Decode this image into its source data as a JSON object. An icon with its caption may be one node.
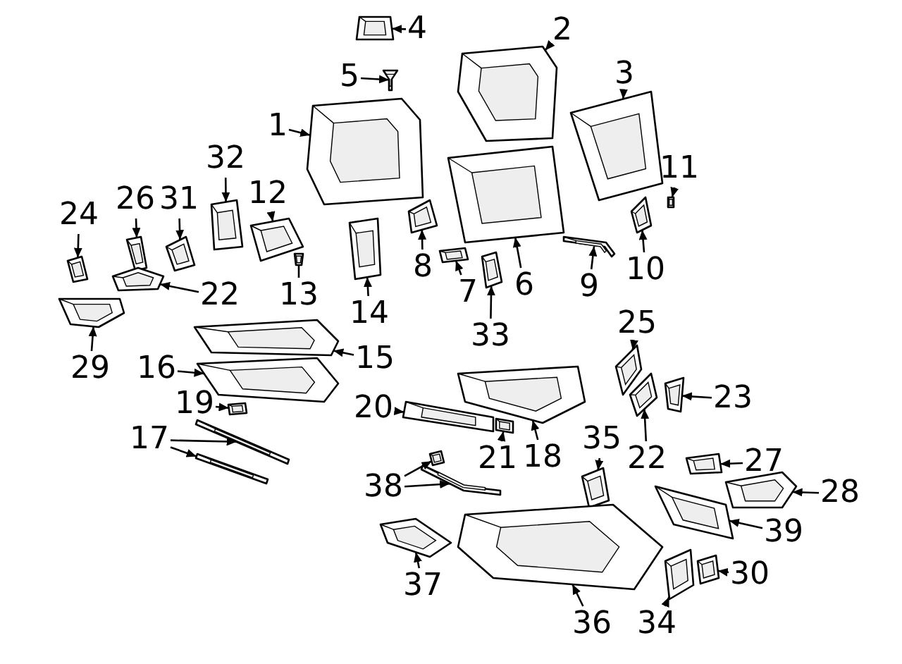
{
  "diagram": {
    "nodes": [
      {
        "text": [
          "1"
        ]
      },
      {
        "text": [
          "2"
        ]
      },
      {
        "text": [
          "3"
        ]
      },
      {
        "text": [
          "4"
        ]
      },
      {
        "text": [
          "5"
        ]
      },
      {
        "text": [
          "6"
        ]
      },
      {
        "text": [
          "7"
        ]
      },
      {
        "text": [
          "8"
        ]
      },
      {
        "text": [
          "9"
        ]
      },
      {
        "text": [
          "10"
        ]
      },
      {
        "text": [
          "11"
        ]
      },
      {
        "text": [
          "12"
        ]
      },
      {
        "text": [
          "13"
        ]
      },
      {
        "text": [
          "14"
        ]
      },
      {
        "text": [
          "15"
        ]
      },
      {
        "text": [
          "16"
        ]
      },
      {
        "text": [
          "17"
        ]
      },
      {
        "text": [
          "18"
        ]
      },
      {
        "text": [
          "19"
        ]
      },
      {
        "text": [
          "20"
        ]
      },
      {
        "text": [
          "21"
        ]
      },
      {
        "text": [
          "22"
        ]
      },
      {
        "text": [
          "22"
        ]
      },
      {
        "text": [
          "23"
        ]
      },
      {
        "text": [
          "24"
        ]
      },
      {
        "text": [
          "25"
        ]
      },
      {
        "text": [
          "26"
        ]
      },
      {
        "text": [
          "27"
        ]
      },
      {
        "text": [
          "28"
        ]
      },
      {
        "text": [
          "29"
        ]
      },
      {
        "text": [
          "30"
        ]
      },
      {
        "text": [
          "31"
        ]
      },
      {
        "text": [
          "32"
        ]
      },
      {
        "text": [
          "33"
        ]
      },
      {
        "text": [
          "34"
        ]
      },
      {
        "text": [
          "35"
        ]
      },
      {
        "text": [
          "36"
        ]
      },
      {
        "text": [
          "37"
        ]
      },
      {
        "text": [
          "38"
        ]
      },
      {
        "text": [
          "39"
        ]
      },
      {
        "text": [],
        "shape": "picture"
      },
      {
        "text": [],
        "shape": "picture"
      },
      {
        "text": [],
        "shape": "picture"
      },
      {
        "text": [],
        "shape": "picture"
      },
      {
        "text": [],
        "shape": "picture"
      },
      {
        "text": [],
        "shape": "picture"
      },
      {
        "text": [],
        "shape": "picture"
      },
      {
        "text": [],
        "shape": "picture"
      },
      {
        "text": [],
        "shape": "picture"
      },
      {
        "text": [],
        "shape": "picture"
      },
      {
        "text": [],
        "shape": "picture"
      },
      {
        "text": [],
        "shape": "picture"
      },
      {
        "text": [],
        "shape": "picture"
      },
      {
        "text": [],
        "shape": "picture"
      },
      {
        "text": [],
        "shape": "picture"
      },
      {
        "text": [],
        "shape": "picture"
      },
      {
        "text": [],
        "shape": "picture"
      },
      {
        "text": [],
        "shape": "picture"
      },
      {
        "text": [],
        "shape": "picture"
      },
      {
        "text": [],
        "shape": "picture"
      },
      {
        "text": [],
        "shape": "picture"
      },
      {
        "text": [],
        "shape": "picture"
      },
      {
        "text": [],
        "shape": "picture"
      },
      {
        "text": [],
        "shape": "picture"
      },
      {
        "text": [],
        "shape": "picture"
      },
      {
        "text": [],
        "shape": "picture"
      },
      {
        "text": [],
        "shape": "picture"
      },
      {
        "text": [],
        "shape": "picture"
      },
      {
        "text": [],
        "shape": "picture"
      },
      {
        "text": [],
        "shape": "picture"
      },
      {
        "text": [],
        "shape": "picture"
      },
      {
        "text": [],
        "shape": "picture"
      },
      {
        "text": [],
        "shape": "picture"
      },
      {
        "text": [],
        "shape": "picture"
      },
      {
        "text": [],
        "shape": "picture"
      },
      {
        "text": [],
        "shape": "picture"
      },
      {
        "text": [],
        "shape": "picture"
      },
      {
        "text": [],
        "shape": "picture"
      },
      {
        "text": [],
        "shape": "picture"
      },
      {
        "text": [],
        "shape": "picture"
      },
      {
        "text": [],
        "shape": "picture"
      },
      {
        "text": [],
        "shape": "picture"
      }
    ],
    "edges": [
      {
        "from": 0,
        "to": 42,
        "arrow": "to"
      },
      {
        "from": 1,
        "to": 43,
        "arrow": "to"
      },
      {
        "from": 2,
        "to": 44,
        "arrow": "to"
      },
      {
        "from": 3,
        "to": 40,
        "arrow": "to"
      },
      {
        "from": 4,
        "to": 41,
        "arrow": "to"
      },
      {
        "from": 5,
        "to": 45,
        "arrow": "to"
      },
      {
        "from": 6,
        "to": 47,
        "arrow": "to"
      },
      {
        "from": 7,
        "to": 46,
        "arrow": "to"
      },
      {
        "from": 8,
        "to": 49,
        "arrow": "to"
      },
      {
        "from": 9,
        "to": 50,
        "arrow": "to"
      },
      {
        "from": 10,
        "to": 51,
        "arrow": "to"
      },
      {
        "from": 11,
        "to": 53,
        "arrow": "to"
      },
      {
        "from": 12,
        "to": 54,
        "arrow": "none"
      },
      {
        "from": 13,
        "to": 55,
        "arrow": "to"
      },
      {
        "from": 14,
        "to": 61,
        "arrow": "to"
      },
      {
        "from": 15,
        "to": 62,
        "arrow": "to"
      },
      {
        "from": 16,
        "to": 64,
        "arrow": "to"
      },
      {
        "from": 16,
        "to": 65,
        "arrow": "to"
      },
      {
        "from": 17,
        "to": 68,
        "arrow": "to"
      },
      {
        "from": 18,
        "to": 63,
        "arrow": "to"
      },
      {
        "from": 19,
        "to": 66,
        "arrow": "to"
      },
      {
        "from": 20,
        "to": 67,
        "arrow": "to"
      },
      {
        "from": 21,
        "to": 59,
        "arrow": "to"
      },
      {
        "from": 22,
        "to": 70,
        "arrow": "to"
      },
      {
        "from": 23,
        "to": 71,
        "arrow": "to"
      },
      {
        "from": 24,
        "to": 58,
        "arrow": "to"
      },
      {
        "from": 25,
        "to": 69,
        "arrow": "to"
      },
      {
        "from": 26,
        "to": 57,
        "arrow": "to"
      },
      {
        "from": 27,
        "to": 77,
        "arrow": "to"
      },
      {
        "from": 28,
        "to": 78,
        "arrow": "to"
      },
      {
        "from": 29,
        "to": 60,
        "arrow": "to"
      },
      {
        "from": 30,
        "to": 81,
        "arrow": "to"
      },
      {
        "from": 31,
        "to": 56,
        "arrow": "to"
      },
      {
        "from": 32,
        "to": 52,
        "arrow": "to"
      },
      {
        "from": 33,
        "to": 48,
        "arrow": "to"
      },
      {
        "from": 34,
        "to": 80,
        "arrow": "to"
      },
      {
        "from": 35,
        "to": 72,
        "arrow": "to"
      },
      {
        "from": 36,
        "to": 75,
        "arrow": "to"
      },
      {
        "from": 37,
        "to": 76,
        "arrow": "to"
      },
      {
        "from": 38,
        "to": 74,
        "arrow": "to"
      },
      {
        "from": 38,
        "to": 73,
        "arrow": "to"
      },
      {
        "from": 39,
        "to": 79,
        "arrow": "to"
      }
    ]
  }
}
